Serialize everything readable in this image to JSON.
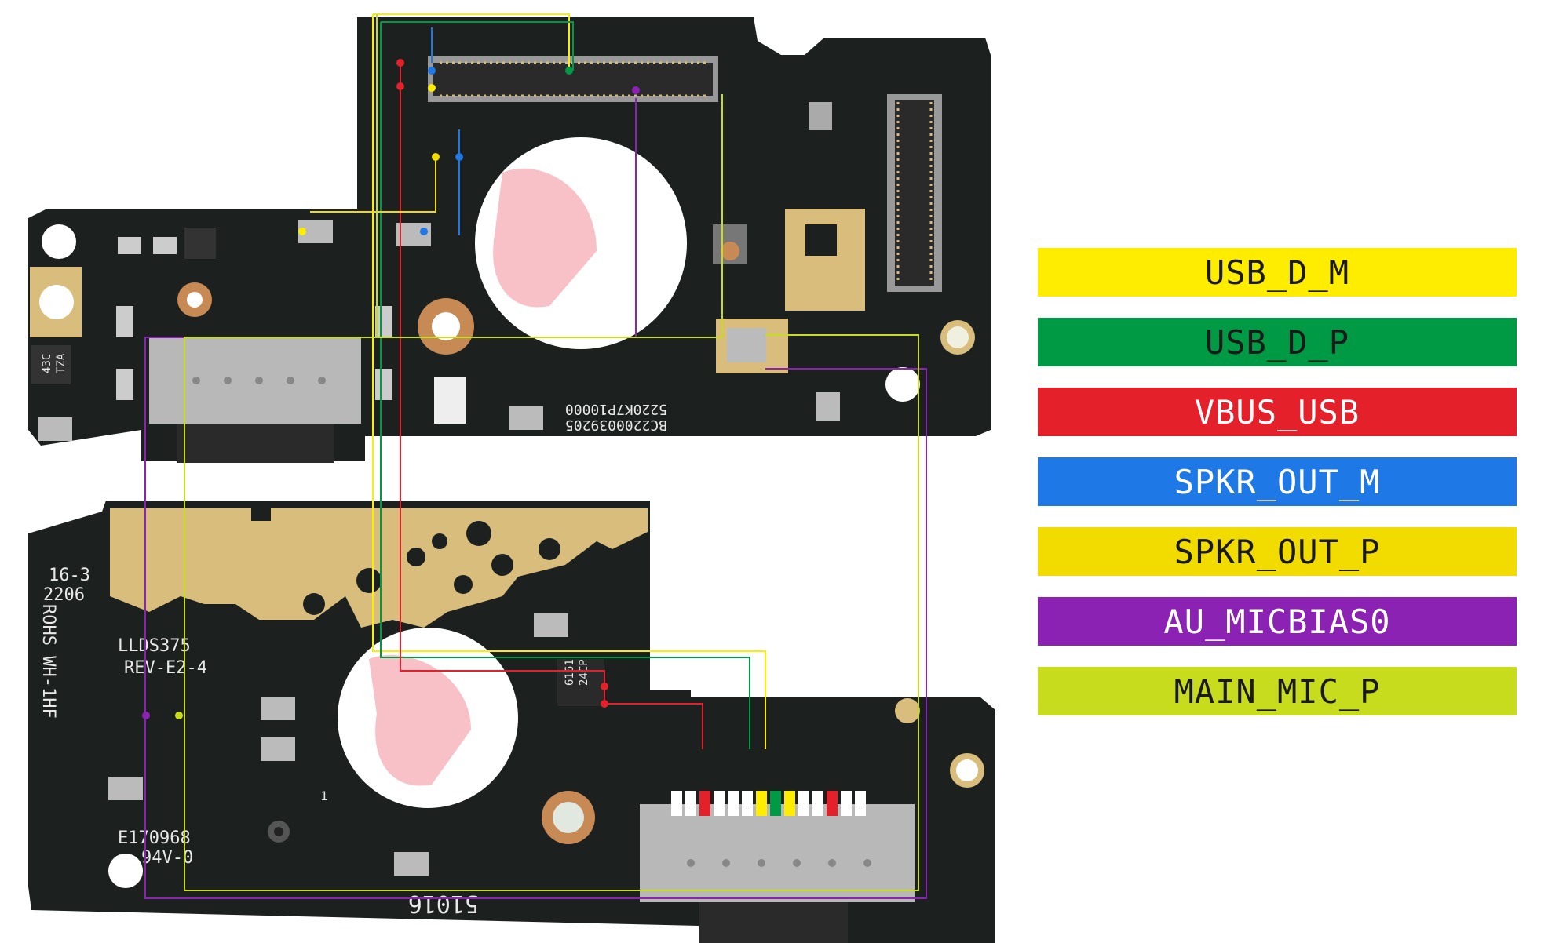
{
  "legend": [
    {
      "label": "USB_D_M",
      "color": "#ffed00",
      "text_color": "#1a1a1a"
    },
    {
      "label": "USB_D_P",
      "color": "#009a44",
      "text_color": "#1a1a1a"
    },
    {
      "label": "VBUS_USB",
      "color": "#e4202a",
      "text_color": "#ffffff"
    },
    {
      "label": "SPKR_OUT_M",
      "color": "#1e78e6",
      "text_color": "#ffffff"
    },
    {
      "label": "SPKR_OUT_P",
      "color": "#f2dc00",
      "text_color": "#1a1a1a"
    },
    {
      "label": "AU_MICBIAS0",
      "color": "#8c22b4",
      "text_color": "#ffffff"
    },
    {
      "label": "MAIN_MIC_P",
      "color": "#c8dc1e",
      "text_color": "#1a1a1a"
    }
  ],
  "board_markings": {
    "upper_serial_1": "5220K7P10000",
    "upper_serial_2": "BC2200039205",
    "chip_top_code_1": "43C",
    "chip_top_code_2": "TZA",
    "date_1": "16-3",
    "date_2": "2206",
    "rohs": "ROHS WH-1HF",
    "board_model": "LLDS375",
    "board_rev": "REV-E2-4",
    "cert_1": "E170968",
    "cert_2": "94V-0",
    "bottom_code": "51016",
    "chip_code_1": "6161",
    "chip_code_2": "24CP",
    "pin_one": "1"
  },
  "colors": {
    "board": "#1c211f",
    "gold": "#d8bd7c",
    "copper": "#c88a55",
    "watermark": "#f5a7b0"
  }
}
